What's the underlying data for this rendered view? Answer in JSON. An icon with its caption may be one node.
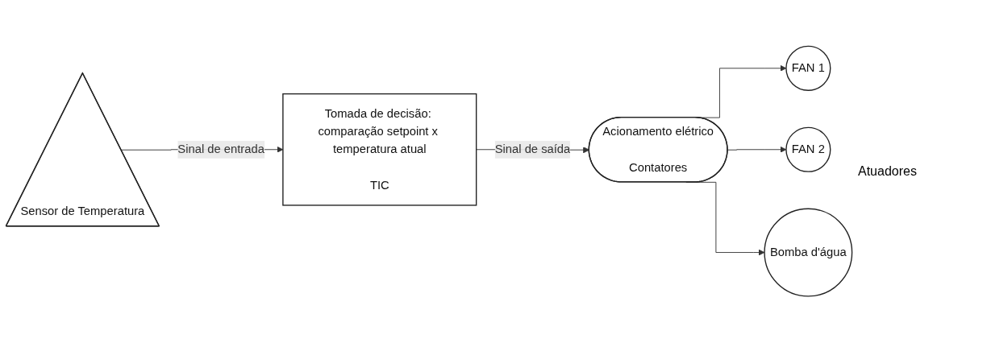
{
  "diagram": {
    "nodes": [
      {
        "text": [
          "Sensor de Temperatura"
        ]
      },
      {
        "text": [
          "Tomada de decisão: comparação setpoint x temperatura atual",
          "TIC"
        ]
      },
      {
        "text": [
          "Acionamento elétrico",
          "Contatores"
        ]
      },
      {
        "text": [
          "FAN 1"
        ]
      },
      {
        "text": [
          "FAN 2"
        ]
      },
      {
        "text": [
          "Bomba d'água"
        ]
      }
    ],
    "edges": [
      {
        "from": 0,
        "to": 1,
        "arrow": "to",
        "label": "Sinal de entrada"
      },
      {
        "from": 1,
        "to": 2,
        "arrow": "to",
        "label": "Sinal de saída"
      },
      {
        "from": 2,
        "to": 3,
        "arrow": "to"
      },
      {
        "from": 2,
        "to": 4,
        "arrow": "to"
      },
      {
        "from": 2,
        "to": 5,
        "arrow": "to"
      }
    ],
    "labels": [
      "Atuadores"
    ]
  }
}
